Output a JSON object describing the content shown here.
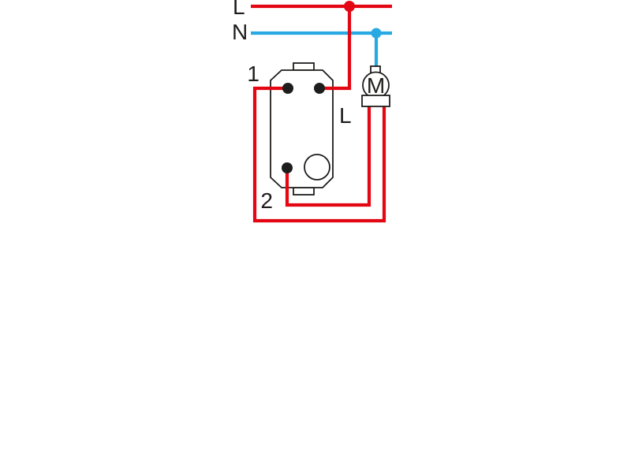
{
  "diagram": {
    "title": "rotary-switch-motor-wiring-diagram",
    "labels": {
      "live_bus": "L",
      "neutral_bus": "N",
      "terminal_1": "1",
      "terminal_2": "2",
      "terminal_l": "L",
      "motor": "M"
    },
    "colors": {
      "live": "#e30613",
      "neutral": "#29a9e1",
      "outline": "#1d1d1b",
      "background": "#ffffff"
    }
  }
}
